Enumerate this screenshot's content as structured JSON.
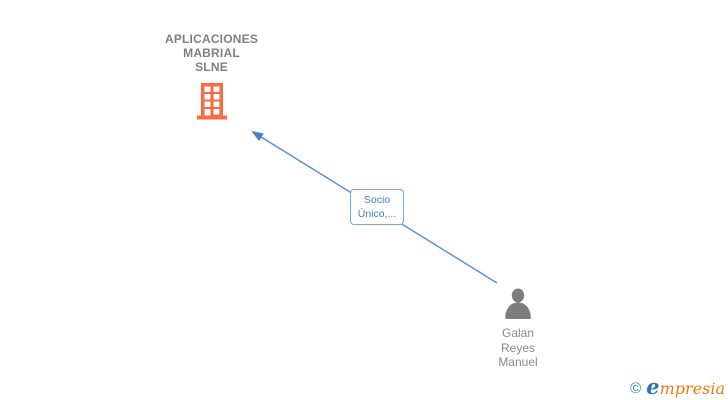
{
  "diagram": {
    "company": {
      "name_lines": [
        "APLICACIONES",
        "MABRIAL",
        "SLNE"
      ],
      "icon": "building-icon",
      "icon_color": "#FA6B40",
      "text_color": "#808080"
    },
    "edge": {
      "label_lines": [
        "Socio",
        "Único,..."
      ],
      "line_color": "#5a8cdb",
      "arrow_color": "#4a7fd4",
      "label_border_color": "#7aa4dc",
      "label_text_color": "#4a7cc7"
    },
    "person": {
      "name_lines": [
        "Galan",
        "Reyes",
        "Manuel"
      ],
      "icon": "person-icon",
      "icon_color": "#7d7d7d",
      "text_color": "#8a8a8a"
    }
  },
  "footer": {
    "copyright_symbol": "©",
    "brand_initial": "e",
    "brand_rest": "mpresia",
    "copyright_color": "#2a8ba8",
    "brand_initial_color": "#2e74b5",
    "brand_rest_color": "#e87b17"
  }
}
